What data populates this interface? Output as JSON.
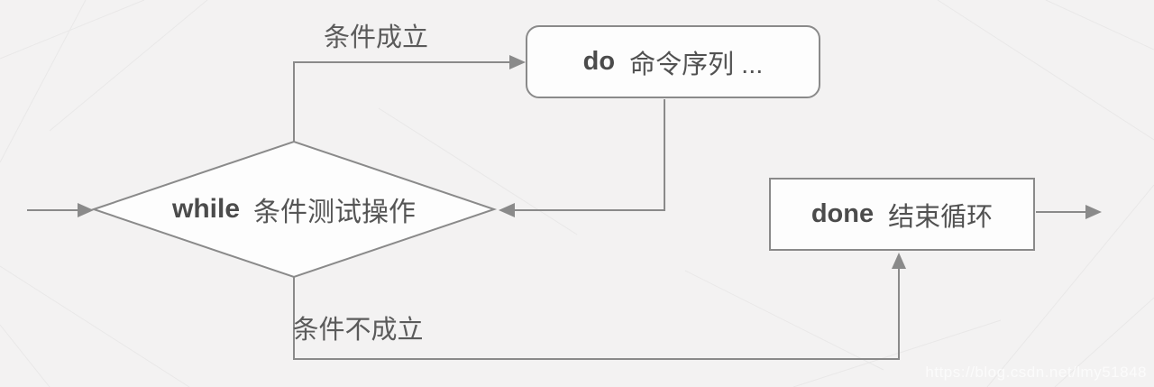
{
  "diagram": {
    "title_hint": "shell while loop flowchart",
    "nodes": {
      "while": {
        "keyword": "while",
        "label": "条件测试操作"
      },
      "do": {
        "keyword": "do",
        "label": "命令序列 ..."
      },
      "done": {
        "keyword": "done",
        "label": "结束循环"
      }
    },
    "edge_labels": {
      "condition_true": "条件成立",
      "condition_false": "条件不成立"
    }
  },
  "watermark": "https://blog.csdn.net/lmy51848",
  "colors": {
    "background": "#f3f2f2",
    "line": "#8a8a8a",
    "node_fill": "#fdfdfd",
    "node_border": "#8a8a8a",
    "text": "#555555",
    "watermark_text": "#ffffff"
  }
}
